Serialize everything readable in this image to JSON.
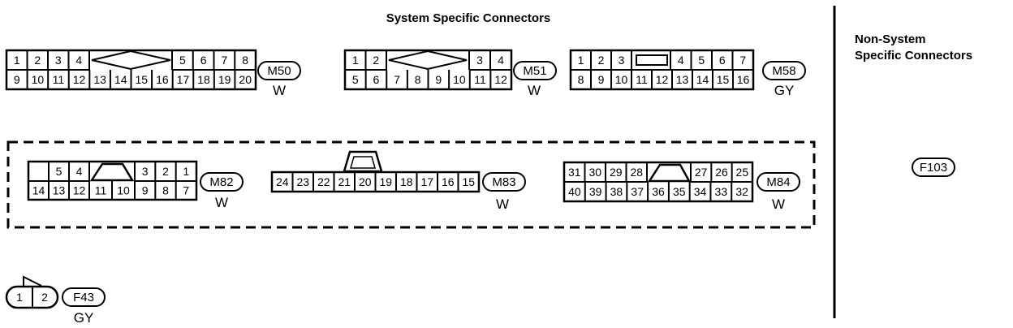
{
  "header": {
    "system_title": "System Specific Connectors",
    "nonsystem_line1": "Non-System",
    "nonsystem_line2": "Specific Connectors"
  },
  "connectors": {
    "M50": {
      "id": "M50",
      "color": "W",
      "row1_left": [
        "1",
        "2",
        "3",
        "4"
      ],
      "row1_right": [
        "5",
        "6",
        "7",
        "8"
      ],
      "row2": [
        "9",
        "10",
        "11",
        "12",
        "13",
        "14",
        "15",
        "16",
        "17",
        "18",
        "19",
        "20"
      ]
    },
    "M51": {
      "id": "M51",
      "color": "W",
      "row1_left": [
        "1",
        "2"
      ],
      "row1_right": [
        "3",
        "4"
      ],
      "row2": [
        "5",
        "6",
        "7",
        "8",
        "9",
        "10",
        "11",
        "12"
      ]
    },
    "M58": {
      "id": "M58",
      "color": "GY",
      "row1_left": [
        "1",
        "2",
        "3"
      ],
      "row1_right": [
        "4",
        "5",
        "6",
        "7"
      ],
      "row2": [
        "8",
        "9",
        "10",
        "11",
        "12",
        "13",
        "14",
        "15",
        "16"
      ]
    },
    "M82": {
      "id": "M82",
      "color": "W",
      "row1_left": [
        "",
        "5",
        "4"
      ],
      "row1_right": [
        "3",
        "2",
        "1"
      ],
      "row2_left": [
        "14",
        "13",
        "12"
      ],
      "row2_mid": [
        "11",
        "10"
      ],
      "row2_right": [
        "9",
        "8",
        "7"
      ]
    },
    "M83": {
      "id": "M83",
      "color": "W",
      "row": [
        "24",
        "23",
        "22",
        "21",
        "20",
        "19",
        "18",
        "17",
        "16",
        "15"
      ]
    },
    "M84": {
      "id": "M84",
      "color": "W",
      "row1_left": [
        "31",
        "30",
        "29",
        "28"
      ],
      "row1_right": [
        "27",
        "26",
        "25"
      ],
      "row2": [
        "40",
        "39",
        "38",
        "37",
        "36",
        "35",
        "34",
        "33",
        "32"
      ]
    },
    "F43": {
      "id": "F43",
      "color": "GY",
      "pins": [
        "1",
        "2"
      ]
    },
    "F103": {
      "id": "F103"
    }
  }
}
